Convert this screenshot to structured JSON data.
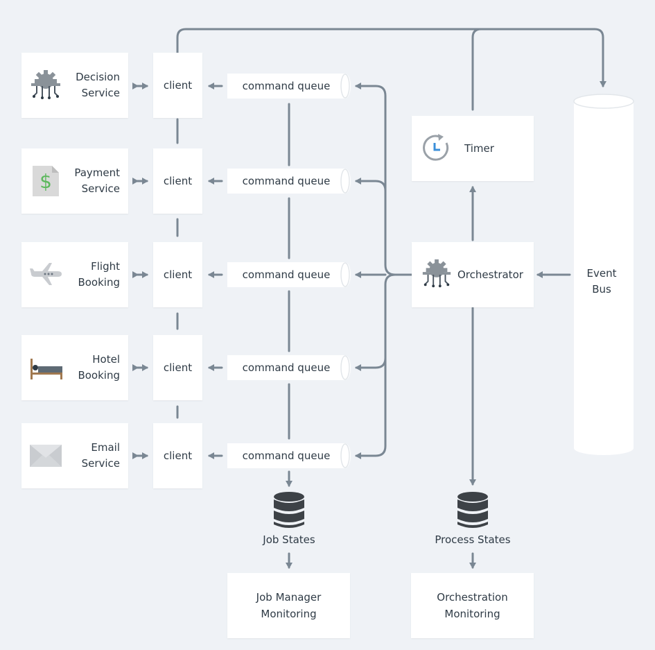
{
  "services": [
    {
      "label": "Decision\nService",
      "icon": "gear-circuit-icon"
    },
    {
      "label": "Payment\nService",
      "icon": "dollar-document-icon"
    },
    {
      "label": "Flight\nBooking",
      "icon": "airplane-icon"
    },
    {
      "label": "Hotel\nBooking",
      "icon": "bed-icon"
    },
    {
      "label": "Email\nService",
      "icon": "envelope-icon"
    }
  ],
  "client_label": "client",
  "queue_label": "command queue",
  "timer": {
    "label": "Timer",
    "icon": "clock-refresh-icon"
  },
  "orchestrator": {
    "label": "Orchestrator",
    "icon": "gear-circuit-icon"
  },
  "event_bus": {
    "label": "Event\nBus"
  },
  "job_states": {
    "label": "Job States",
    "icon": "database-icon"
  },
  "process_states": {
    "label": "Process States",
    "icon": "database-icon"
  },
  "job_monitoring": {
    "label": "Job Manager\nMonitoring"
  },
  "orch_monitoring": {
    "label": "Orchestration\nMonitoring"
  },
  "colors": {
    "background": "#eff2f6",
    "box": "#ffffff",
    "connector": "#7a8793",
    "text": "#2e3a45",
    "dollar_green": "#5cb85c",
    "timer_blue": "#3b8fd9"
  }
}
